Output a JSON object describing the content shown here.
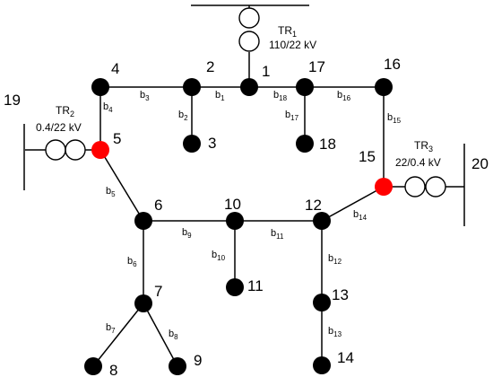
{
  "colors": {
    "line": "#000000",
    "node": "#000000",
    "highlight": "#ff0000"
  },
  "nodes": [
    {
      "id": "1",
      "label": "1",
      "highlight": false
    },
    {
      "id": "2",
      "label": "2",
      "highlight": false
    },
    {
      "id": "3",
      "label": "3",
      "highlight": false
    },
    {
      "id": "4",
      "label": "4",
      "highlight": false
    },
    {
      "id": "5",
      "label": "5",
      "highlight": true
    },
    {
      "id": "6",
      "label": "6",
      "highlight": false
    },
    {
      "id": "7",
      "label": "7",
      "highlight": false
    },
    {
      "id": "8",
      "label": "8",
      "highlight": false
    },
    {
      "id": "9",
      "label": "9",
      "highlight": false
    },
    {
      "id": "10",
      "label": "10",
      "highlight": false
    },
    {
      "id": "11",
      "label": "11",
      "highlight": false
    },
    {
      "id": "12",
      "label": "12",
      "highlight": false
    },
    {
      "id": "13",
      "label": "13",
      "highlight": false
    },
    {
      "id": "14",
      "label": "14",
      "highlight": false
    },
    {
      "id": "15",
      "label": "15",
      "highlight": true
    },
    {
      "id": "16",
      "label": "16",
      "highlight": false
    },
    {
      "id": "17",
      "label": "17",
      "highlight": false
    },
    {
      "id": "18",
      "label": "18",
      "highlight": false
    }
  ],
  "grid_nodes": [
    {
      "id": "19",
      "label": "19"
    },
    {
      "id": "20",
      "label": "20"
    }
  ],
  "branches": [
    {
      "id": "b1",
      "base": "b",
      "sub": "1",
      "from": "1",
      "to": "2"
    },
    {
      "id": "b2",
      "base": "b",
      "sub": "2",
      "from": "2",
      "to": "3"
    },
    {
      "id": "b3",
      "base": "b",
      "sub": "3",
      "from": "2",
      "to": "4"
    },
    {
      "id": "b4",
      "base": "b",
      "sub": "4",
      "from": "4",
      "to": "5"
    },
    {
      "id": "b5",
      "base": "b",
      "sub": "5",
      "from": "5",
      "to": "6"
    },
    {
      "id": "b6",
      "base": "b",
      "sub": "6",
      "from": "6",
      "to": "7"
    },
    {
      "id": "b7",
      "base": "b",
      "sub": "7",
      "from": "7",
      "to": "8"
    },
    {
      "id": "b8",
      "base": "b",
      "sub": "8",
      "from": "7",
      "to": "9"
    },
    {
      "id": "b9",
      "base": "b",
      "sub": "9",
      "from": "6",
      "to": "10"
    },
    {
      "id": "b10",
      "base": "b",
      "sub": "10",
      "from": "10",
      "to": "11"
    },
    {
      "id": "b11",
      "base": "b",
      "sub": "11",
      "from": "10",
      "to": "12"
    },
    {
      "id": "b12",
      "base": "b",
      "sub": "12",
      "from": "12",
      "to": "13"
    },
    {
      "id": "b13",
      "base": "b",
      "sub": "13",
      "from": "13",
      "to": "14"
    },
    {
      "id": "b14",
      "base": "b",
      "sub": "14",
      "from": "12",
      "to": "15"
    },
    {
      "id": "b15",
      "base": "b",
      "sub": "15",
      "from": "15",
      "to": "16"
    },
    {
      "id": "b16",
      "base": "b",
      "sub": "16",
      "from": "16",
      "to": "17"
    },
    {
      "id": "b17",
      "base": "b",
      "sub": "17",
      "from": "17",
      "to": "18"
    },
    {
      "id": "b18",
      "base": "b",
      "sub": "18",
      "from": "1",
      "to": "17"
    }
  ],
  "transformers": [
    {
      "id": "TR1",
      "base": "TR",
      "sub": "1",
      "rating": "110/22 kV",
      "connects": [
        "1"
      ]
    },
    {
      "id": "TR2",
      "base": "TR",
      "sub": "2",
      "rating": "0.4/22 kV",
      "connects": [
        "19",
        "5"
      ]
    },
    {
      "id": "TR3",
      "base": "TR",
      "sub": "3",
      "rating": "22/0.4 kV",
      "connects": [
        "15",
        "20"
      ]
    }
  ]
}
